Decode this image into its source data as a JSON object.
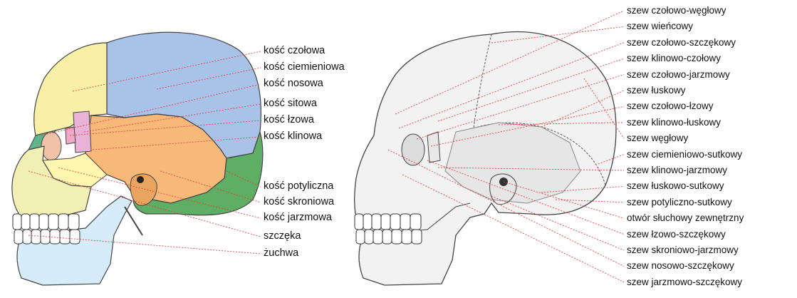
{
  "colors": {
    "frontal": "#f7f0a6",
    "parietal": "#a9c3e8",
    "occipital": "#5fae66",
    "temporal": "#f6b97a",
    "sphenoid": "#f6b97a",
    "zygomatic": "#fff7b0",
    "maxilla": "#f2efb5",
    "mandible": "#d6ecfa",
    "ethmoid": "#e8b3d6",
    "lacrimal": "#f4a6c8",
    "nasal": "#64b48a",
    "leader_line": "#e84040",
    "outline": "#444444",
    "suture_fill": "#e6e6e6"
  },
  "left_labels": [
    "kość czołowa",
    "kość ciemieniowa",
    "kość nosowa",
    "kość sitowa",
    "kość łzowa",
    "kość klinowa",
    "kość potyliczna",
    "kość skroniowa",
    "kość jarzmowa",
    "szczęka",
    "żuchwa"
  ],
  "right_labels": [
    "szew czołowo-węgłowy",
    "szew wieńcowy",
    "szew czołowo-szczękowy",
    "szew klinowo-czołowy",
    "szew czołowo-jarzmowy",
    "szew łuskowy",
    "szew czołowo-łzowy",
    "szew klinowo-łuskowy",
    "szew węgłowy",
    "szew ciemieniowo-sutkowy",
    "szew klinowo-jarzmowy",
    "szew łuskowo-sutkowy",
    "szew potyliczno-sutkowy",
    "otwór słuchowy zewnętrzny",
    "szew łzowo-szczękowy",
    "szew skroniowo-jarzmowy",
    "szew nosowo-szczękowy",
    "szew jarzmowo-szczękowy"
  ]
}
